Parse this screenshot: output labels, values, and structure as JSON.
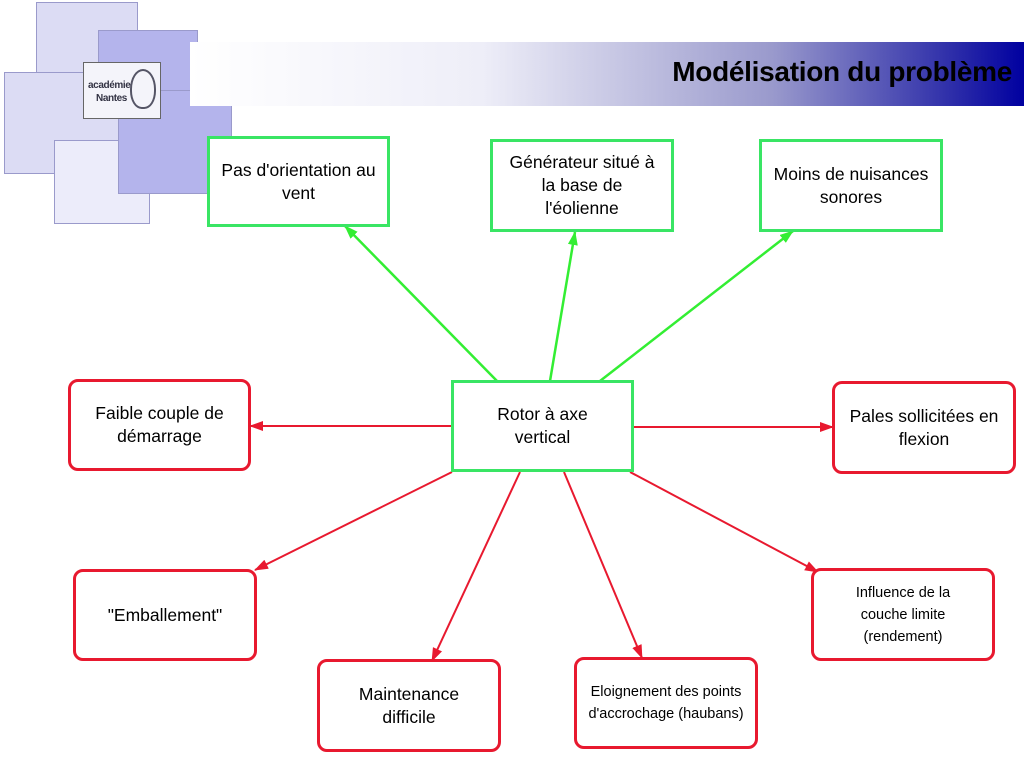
{
  "header": {
    "title": "Modélisation du problème"
  },
  "logo": {
    "line1": "académie",
    "line2": "Nantes"
  },
  "diagram": {
    "center": "Rotor à axe vertical",
    "advantages": [
      "Pas d'orientation au vent",
      "Générateur situé à la base de l'éolienne",
      "Moins de nuisances sonores"
    ],
    "drawbacks": [
      "Faible couple de démarrage",
      "Pales sollicitées en flexion",
      "\"Emballement\"",
      "Influence de la couche limite (rendement)",
      "Maintenance difficile",
      "Eloignement des points d'accrochage (haubans)"
    ],
    "colors": {
      "advantage": "#39e564",
      "drawback": "#e8192f",
      "arrow_advantage": "#33ee33",
      "arrow_drawback": "#e8192f"
    }
  }
}
